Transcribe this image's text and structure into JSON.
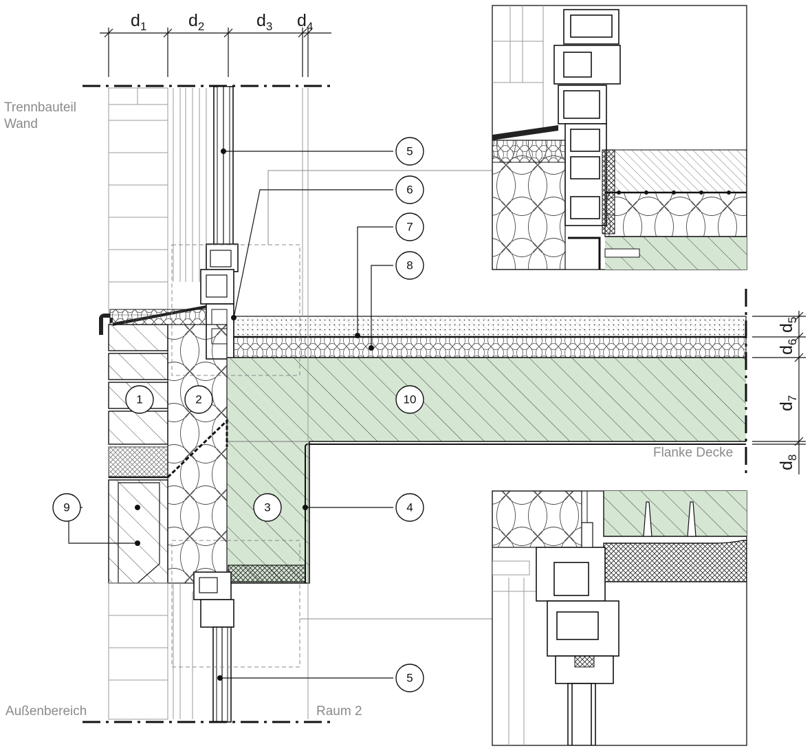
{
  "labels": {
    "trennbauteil_line1": "Trennbauteil",
    "trennbauteil_line2": "Wand",
    "aussenbereich": "Außenbereich",
    "raum2": "Raum 2",
    "flanke_decke": "Flanke Decke"
  },
  "dimensions_top": [
    {
      "base": "d",
      "sub": "1"
    },
    {
      "base": "d",
      "sub": "2"
    },
    {
      "base": "d",
      "sub": "3"
    },
    {
      "base": "d",
      "sub": "4"
    }
  ],
  "dimensions_right": [
    {
      "base": "d",
      "sub": "5"
    },
    {
      "base": "d",
      "sub": "6"
    },
    {
      "base": "d",
      "sub": "7"
    },
    {
      "base": "d",
      "sub": "8"
    }
  ],
  "callouts": [
    "1",
    "2",
    "3",
    "4",
    "5",
    "5",
    "6",
    "7",
    "8",
    "9",
    "10"
  ],
  "colors": {
    "concrete": "#d5e6d3",
    "line": "#111111",
    "gray_text": "#8a8a8a"
  }
}
